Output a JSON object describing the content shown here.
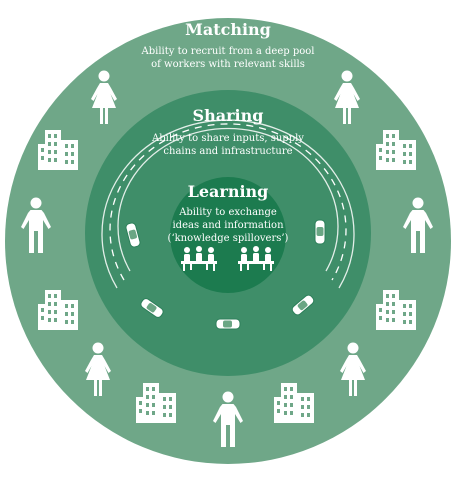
{
  "colors": {
    "outer_ring": "#6fa788",
    "middle_ring": "#3f8e69",
    "inner_circle": "#1c7b4f",
    "icon": "#ffffff"
  },
  "matching": {
    "title": "Matching",
    "description_lines": [
      "Ability to recruit from a deep pool",
      "of workers with relevant skills"
    ]
  },
  "sharing": {
    "title": "Sharing",
    "description_lines": [
      "Ability to share inputs, supply",
      "chains and infrastructure"
    ]
  },
  "learning": {
    "title": "Learning",
    "description_lines": [
      "Ability to exchange",
      "ideas and information",
      "(‘knowledge spillovers’)"
    ]
  },
  "icons": {
    "worker_female": "woman-icon",
    "worker_male": "man-icon",
    "building": "office-building-icon",
    "car": "car-icon",
    "meeting": "meeting-table-icon"
  }
}
